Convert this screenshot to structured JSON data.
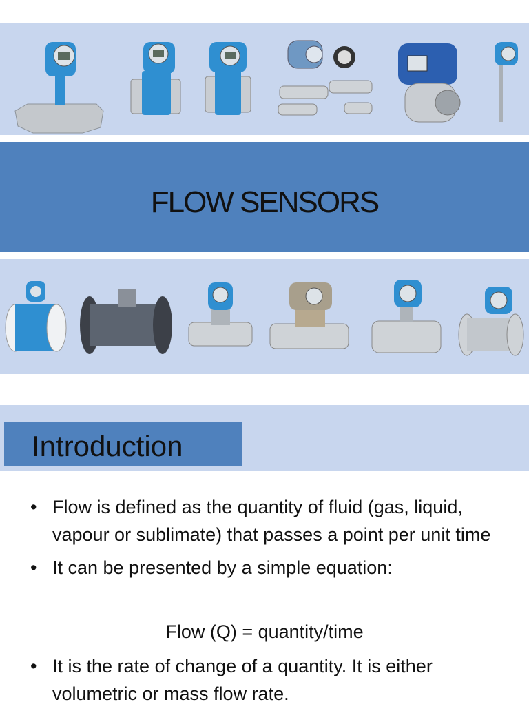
{
  "title": "FLOW SENSORS",
  "section": {
    "heading": "Introduction"
  },
  "bullets": [
    "Flow is defined as the quantity of fluid (gas, liquid, vapour or sublimate) that passes a point per unit time",
    "It can be presented by a simple equation:",
    "It is the rate of change of a quantity. It is either volumetric or mass flow rate."
  ],
  "equation": "Flow (Q) = quantity/time",
  "colors": {
    "title_band": "#4f81bd",
    "image_strip": "#c8d6ee",
    "device_blue": "#2f8fd1",
    "steel": "#c9cdd2"
  },
  "images": {
    "top_strip": [
      "coriolis-meter",
      "electromagnetic-meter",
      "electromagnetic-meter-compact",
      "turbine-meters",
      "blue-housing-meter",
      "insertion-probe"
    ],
    "bottom_strip": [
      "lined-magnetic-meter",
      "large-turbine-meter",
      "vortex-meter",
      "steel-transmitter-meter",
      "sanitary-meter",
      "flanged-meter"
    ]
  }
}
